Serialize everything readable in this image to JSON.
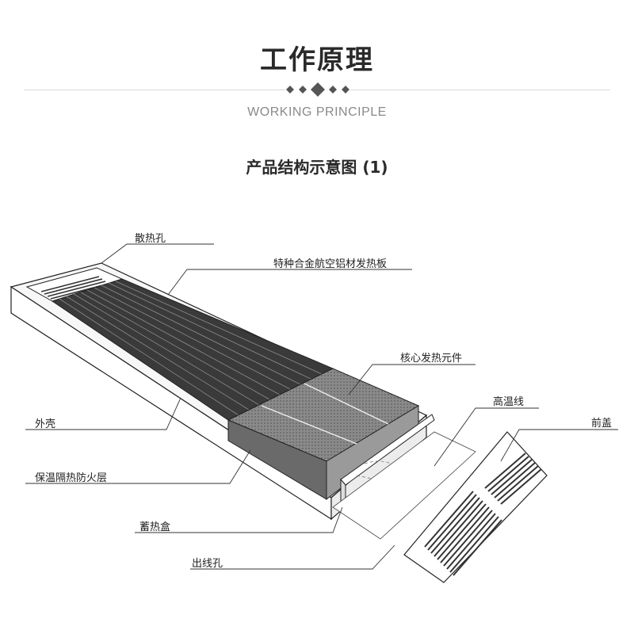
{
  "header": {
    "title": "工作原理",
    "subtitle": "WORKING PRINCIPLE"
  },
  "diagram": {
    "caption": "产品结构示意图 (1)",
    "labels": {
      "vent_holes": "散热孔",
      "aluminum_plate": "特种合金航空铝材发热板",
      "core_element": "核心发热元件",
      "high_temp_wire": "高温线",
      "front_cover": "前盖",
      "outer_shell": "外壳",
      "insulation_layer": "保温隔热防火层",
      "heat_box": "蓄热盒",
      "wire_hole": "出线孔"
    }
  },
  "colors": {
    "ink": "#222222",
    "plate": "#3a3a3a",
    "element": "#7a7a7a",
    "divider": "#d8d8d8"
  }
}
